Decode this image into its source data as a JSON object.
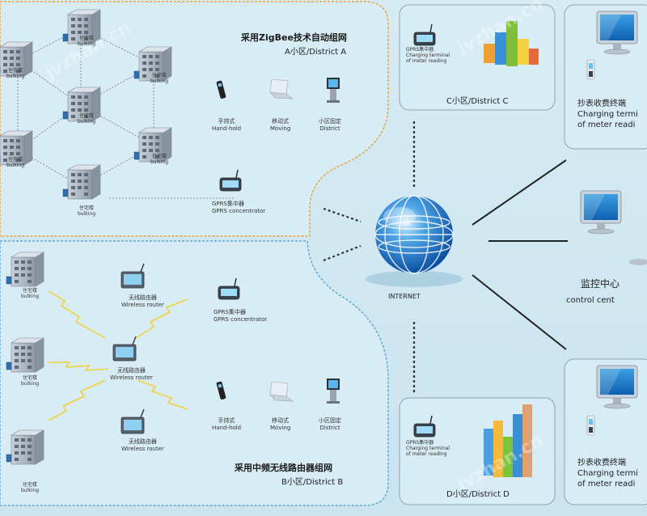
{
  "colors": {
    "background": "#cfe6f0",
    "zigbee_border": "#e8a23a",
    "wireless_border": "#5aa9d6",
    "link_dash": "#333333",
    "wireless_signal": "#f2d23a",
    "building": "#a9b4c0"
  },
  "watermark": "jvzhan.cn",
  "district_a": {
    "title": "采用ZigBee技术自动组网",
    "subtitle": "A小区/District A",
    "building_cn": "住宅楼",
    "building_en": "bulking",
    "handhold_cn": "手持式",
    "handhold_en": "Hand-hold",
    "moving_cn": "移动式",
    "moving_en": "Moving",
    "district_cn": "小区固定",
    "district_en": "District",
    "gprs_cn": "GPRS集中器",
    "gprs_en": "GPRS concentrator"
  },
  "district_b": {
    "title": "采用中频无线路由器组网",
    "subtitle": "B小区/District B",
    "building_cn": "住宅楼",
    "building_en": "bulking",
    "router_cn": "无线路由器",
    "router_en": "Wireless router",
    "gprs_cn": "GPRS集中器",
    "gprs_en": "GPRS concentrator",
    "handhold_cn": "手持式",
    "handhold_en": "Hand-hold",
    "moving_cn": "移动式",
    "moving_en": "Moving",
    "district_cn": "小区固定",
    "district_en": "District"
  },
  "district_c": {
    "subtitle": "C小区/District C",
    "gprs_cn": "GPRS集中器",
    "gprs_en1": "Charging terminal",
    "gprs_en2": "of meter reading"
  },
  "district_d": {
    "subtitle": "D小区/District D",
    "gprs_cn": "GPRS集中器",
    "gprs_en1": "Charging terminal",
    "gprs_en2": "of meter reading"
  },
  "internet": {
    "label": "INTERNET"
  },
  "terminal_top": {
    "cn": "抄表收费终端",
    "en1": "Charging termi",
    "en2": "of meter readi"
  },
  "terminal_bottom": {
    "cn": "抄表收费终端",
    "en1": "Charging termi",
    "en2": "of meter readi"
  },
  "control_center": {
    "cn": "监控中心",
    "en": "control cent"
  }
}
